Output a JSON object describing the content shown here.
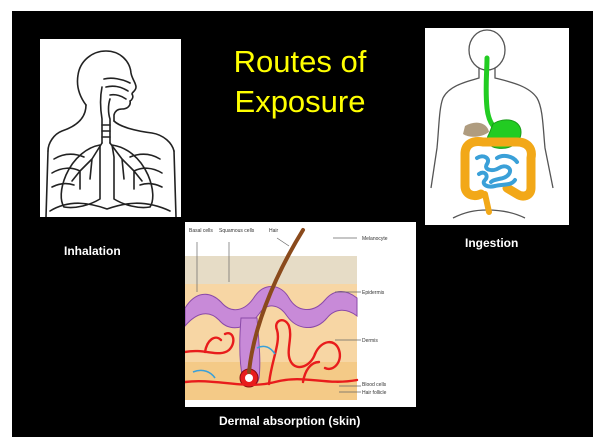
{
  "title": "Routes of Exposure",
  "captions": {
    "inhalation": "Inhalation",
    "ingestion": "Ingestion",
    "dermal": "Dermal absorption  (skin)"
  },
  "skin_labels": {
    "basal_cells": "Basal cells",
    "squamous_cells": "Squamous cells",
    "hair": "Hair",
    "melanocyte": "Melanocyte",
    "epidermis": "Epidermis",
    "dermis": "Dermis",
    "blood_cells": "Blood cells",
    "hair_follicle": "Hair follicle"
  },
  "colors": {
    "background": "#000000",
    "title": "#ffff00",
    "caption": "#ffffff",
    "esophagus_stomach": "#22cc22",
    "colon": "#f2a818",
    "small_intestine": "#3aa0d8",
    "blood_vessel": "#e81c1c",
    "epidermis_layer": "#c88ad8",
    "hair_shaft": "#8a4a1c"
  },
  "icons": {
    "lungs": "respiratory-system-diagram",
    "gut": "digestive-system-diagram",
    "skin": "skin-cross-section-diagram"
  }
}
